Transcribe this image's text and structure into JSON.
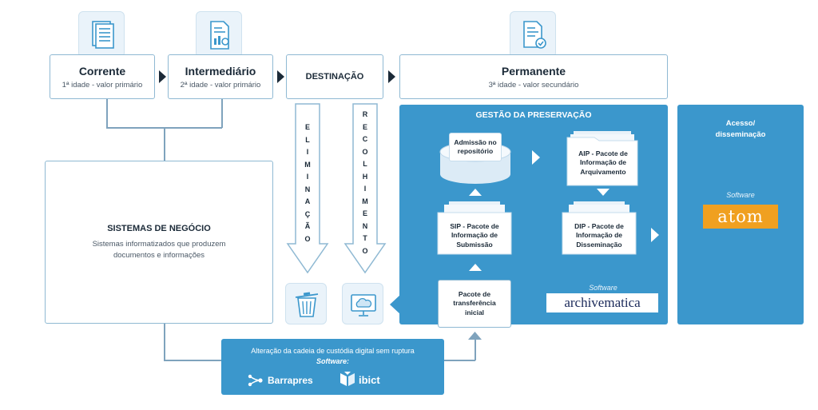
{
  "stages": {
    "corrente": {
      "title": "Corrente",
      "subtitle": "1ª idade - valor primário"
    },
    "intermediario": {
      "title": "Intermediário",
      "subtitle": "2ª idade - valor primário"
    },
    "destinacao": {
      "title": "DESTINAÇÃO"
    },
    "permanente": {
      "title": "Permanente",
      "subtitle": "3ª idade - valor secundário"
    }
  },
  "sistemas": {
    "title": "SISTEMAS DE NEGÓCIO",
    "description_line1": "Sistemas informatizados que produzem",
    "description_line2": "documentos e informações"
  },
  "eliminacao": {
    "letters": [
      "E",
      "L",
      "I",
      "M",
      "I",
      "N",
      "A",
      "Ç",
      "Ã",
      "O"
    ]
  },
  "recolhimento": {
    "letters": [
      "R",
      "E",
      "C",
      "O",
      "L",
      "H",
      "I",
      "M",
      "E",
      "N",
      "T",
      "O"
    ]
  },
  "gestao": {
    "title": "GESTÃO DA PRESERVAÇÃO",
    "admissao": "Admissão no repositório",
    "aip": "AIP - Pacote de Informação de Arquivamento",
    "sip": "SIP - Pacote de Informação de Submissão",
    "dip": "DIP - Pacote de Informação de Disseminação",
    "pacote": "Pacote de transferência inicial",
    "software_label": "Software",
    "software_name": "archivematica"
  },
  "acesso": {
    "title_line1": "Acesso/",
    "title_line2": "disseminação",
    "software_label": "Software",
    "software_name": "atom"
  },
  "custodia": {
    "title": "Alteração da cadeia de custódia digital sem ruptura",
    "software_label": "Software:",
    "logo1": "Barrapres",
    "logo2": "ibict"
  },
  "colors": {
    "accent_blue": "#3b97cc",
    "border": "#8fb9d3",
    "atom_orange": "#f0a020",
    "archivematica_red": "#c8321e",
    "archivematica_navy": "#1b2a5a"
  },
  "icons": [
    "document-list-icon",
    "document-chart-icon",
    "document-check-icon",
    "trash-icon",
    "monitor-cloud-icon",
    "database-icon",
    "folder-stack-icon",
    "barrapres-logo-icon",
    "ibict-logo-icon"
  ]
}
